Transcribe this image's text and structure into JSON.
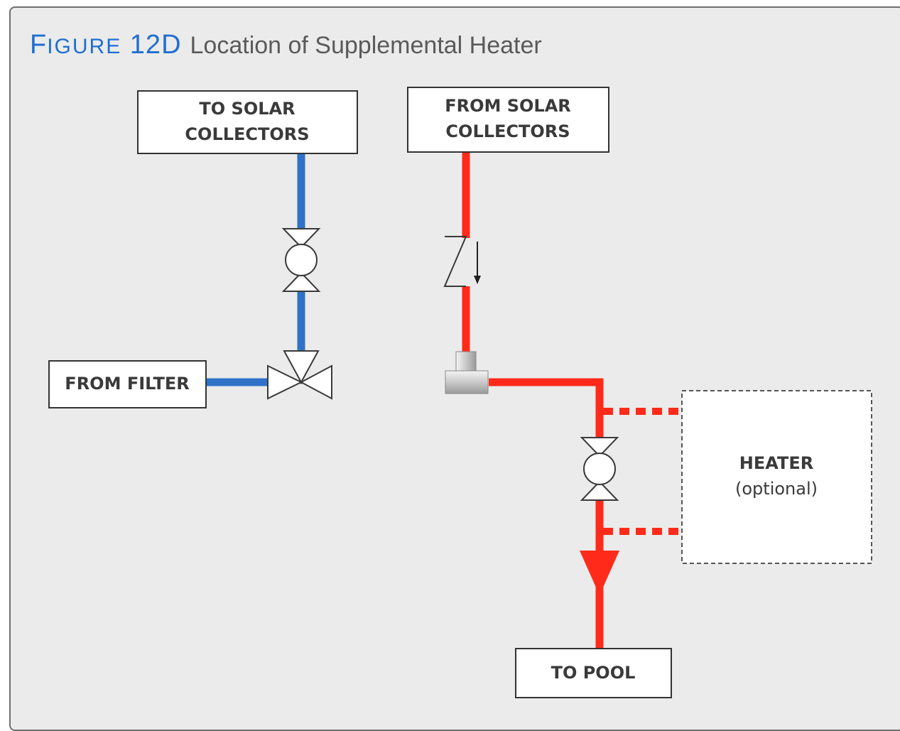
{
  "figure": {
    "label_first": "F",
    "label_rest": "IGURE",
    "number": "12D",
    "caption": "Location of Supplemental Heater"
  },
  "boxes": {
    "to_solar": [
      "TO SOLAR",
      "COLLECTORS"
    ],
    "from_solar": [
      "FROM SOLAR",
      "COLLECTORS"
    ],
    "from_filter": "FROM FILTER",
    "heater": [
      "HEATER",
      "(optional)"
    ],
    "to_pool": "TO POOL"
  },
  "colors": {
    "cold_pipe": "#2f72c8",
    "hot_pipe": "#ff2a1a",
    "title_blue": "#1f6fd1"
  }
}
